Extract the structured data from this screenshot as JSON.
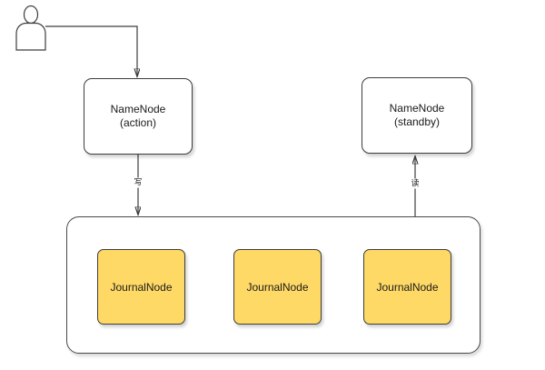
{
  "nodes": {
    "namenode_active": {
      "line1": "NameNode",
      "line2": "(action)"
    },
    "namenode_standby": {
      "line1": "NameNode",
      "line2": "(standby)"
    },
    "journalnodes": [
      "JournalNode",
      "JournalNode",
      "JournalNode"
    ]
  },
  "edges": {
    "write_label": "写",
    "read_label": "读"
  },
  "colors": {
    "canvas_background": "#ffffff",
    "node_fill": "#ffffff",
    "journalnode_fill": "#ffd966",
    "stroke": "#3d3d3d",
    "text": "#1a1a1a"
  }
}
